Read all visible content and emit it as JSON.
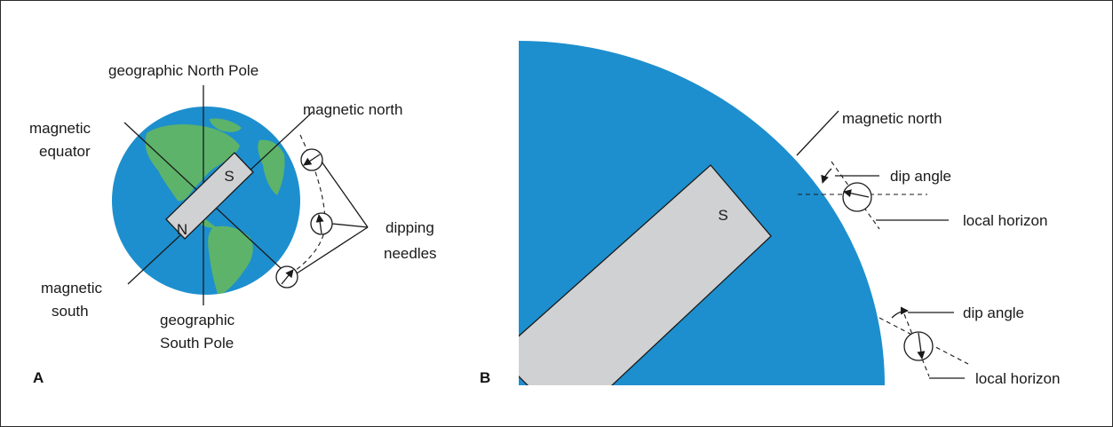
{
  "panel_a": {
    "letter": "A",
    "labels": {
      "geo_north_pole": "geographic North Pole",
      "magnetic_north": "magnetic north",
      "magnetic_equator_l1": "magnetic",
      "magnetic_equator_l2": "equator",
      "dipping_needles_l1": "dipping",
      "dipping_needles_l2": "needles",
      "magnetic_south_l1": "magnetic",
      "magnetic_south_l2": "south",
      "geo_south_pole_l1": "geographic",
      "geo_south_pole_l2": "South Pole",
      "magnet_south": "S",
      "magnet_north": "N"
    }
  },
  "panel_b": {
    "letter": "B",
    "labels": {
      "magnetic_north": "magnetic north",
      "dip_angle_top": "dip angle",
      "local_horizon_top": "local horizon",
      "dip_angle_bottom": "dip angle",
      "local_horizon_bottom": "local horizon",
      "magnet_south": "S"
    }
  },
  "colors": {
    "earth_blue": "#1d8fce",
    "land_green": "#5db36a",
    "magnet_gray": "#cfd1d3",
    "ink": "#1a1a1a"
  }
}
